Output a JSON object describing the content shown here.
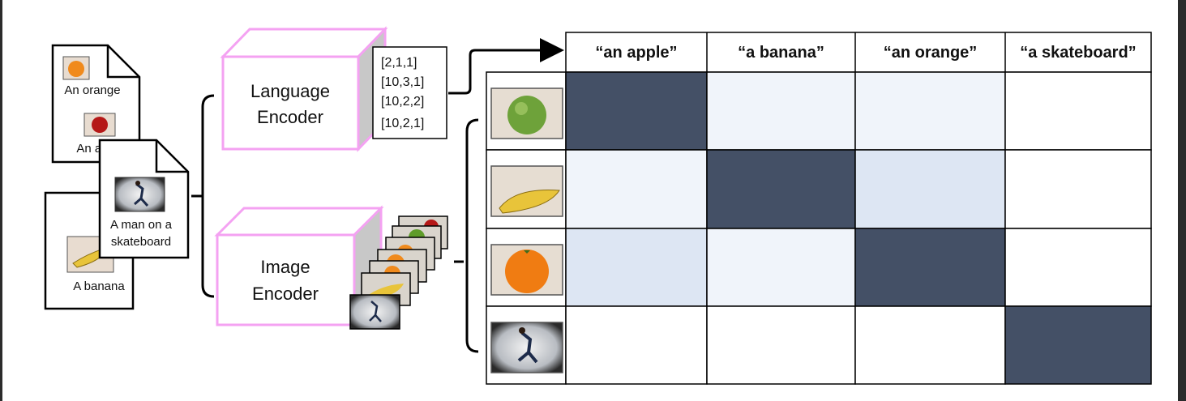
{
  "documents": [
    {
      "label": "An orange",
      "icon": "orange-icon"
    },
    {
      "label": "An apple",
      "icon": "apple-icon"
    },
    {
      "label": "A man on a",
      "label2": "skateboard",
      "icon": "skateboard-icon"
    },
    {
      "label": "A banana",
      "icon": "banana-icon"
    }
  ],
  "language_encoder": {
    "line1": "Language",
    "line2": "Encoder"
  },
  "image_encoder": {
    "line1": "Image",
    "line2": "Encoder"
  },
  "text_vectors": [
    "[2,1,1]",
    "[10,3,1]",
    "[10,2,2]",
    "[10,2,1]"
  ],
  "matrix": {
    "columns": [
      "“an apple”",
      "“a banana”",
      "“an orange”",
      "“a skateboard”"
    ],
    "row_images": [
      "apple-icon",
      "banana-icon",
      "orange-icon",
      "skateboard-icon"
    ],
    "similarity": [
      [
        1.0,
        0.05,
        0.05,
        0.0
      ],
      [
        0.05,
        1.0,
        0.12,
        0.0
      ],
      [
        0.12,
        0.05,
        1.0,
        0.0
      ],
      [
        0.0,
        0.0,
        0.0,
        1.0
      ]
    ],
    "colors": {
      "high": "#445066",
      "mid": "#dde6f3",
      "low": "#f0f4fa",
      "none": "#ffffff"
    }
  },
  "colors": {
    "encoder_edge": "#f4a2f2",
    "encoder_side": "#c8c8c8",
    "background": "#ffffff"
  }
}
